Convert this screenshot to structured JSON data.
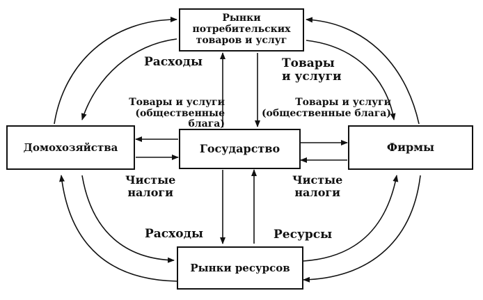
{
  "nodes": {
    "consumer_markets": "Рынки\nпотребительских\nтоваров и услуг",
    "households": "Домохозяйства",
    "government": "Государство",
    "firms": "Фирмы",
    "resource_markets": "Рынки ресурсов"
  },
  "labels": {
    "spending_top": "Расходы",
    "goods_services_top": "Товары\nи услуги",
    "public_goods_left": "Товары и услуги\n(общественные блага)",
    "public_goods_right": "Товары и услуги\n(общественные блага)",
    "net_taxes_left": "Чистые\nналоги",
    "net_taxes_right": "Чистые\nналоги",
    "spending_bottom": "Расходы",
    "resources_bottom": "Ресурсы"
  }
}
